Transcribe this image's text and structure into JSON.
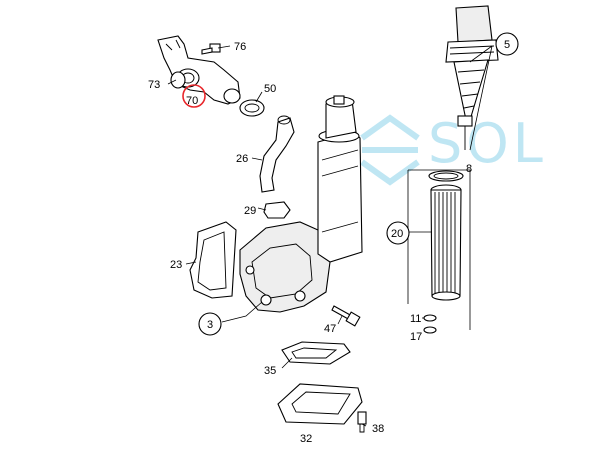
{
  "diagram": {
    "callouts": [
      {
        "id": "p76",
        "text": "76"
      },
      {
        "id": "p73",
        "text": "73"
      },
      {
        "id": "p70",
        "text": "70",
        "highlighted": true
      },
      {
        "id": "p50",
        "text": "50"
      },
      {
        "id": "p26",
        "text": "26"
      },
      {
        "id": "p29",
        "text": "29"
      },
      {
        "id": "p23",
        "text": "23"
      },
      {
        "id": "p3",
        "text": "3",
        "circled": true
      },
      {
        "id": "p47",
        "text": "47"
      },
      {
        "id": "p35",
        "text": "35"
      },
      {
        "id": "p32",
        "text": "32"
      },
      {
        "id": "p38",
        "text": "38"
      },
      {
        "id": "p5",
        "text": "5",
        "circled": true
      },
      {
        "id": "p8",
        "text": "8"
      },
      {
        "id": "p20",
        "text": "20",
        "circled": true
      },
      {
        "id": "p11",
        "text": "11"
      },
      {
        "id": "p17",
        "text": "17"
      }
    ],
    "highlight_color": "#e8262b",
    "watermark": "SOL",
    "watermark_color": "#bfe6f3"
  }
}
